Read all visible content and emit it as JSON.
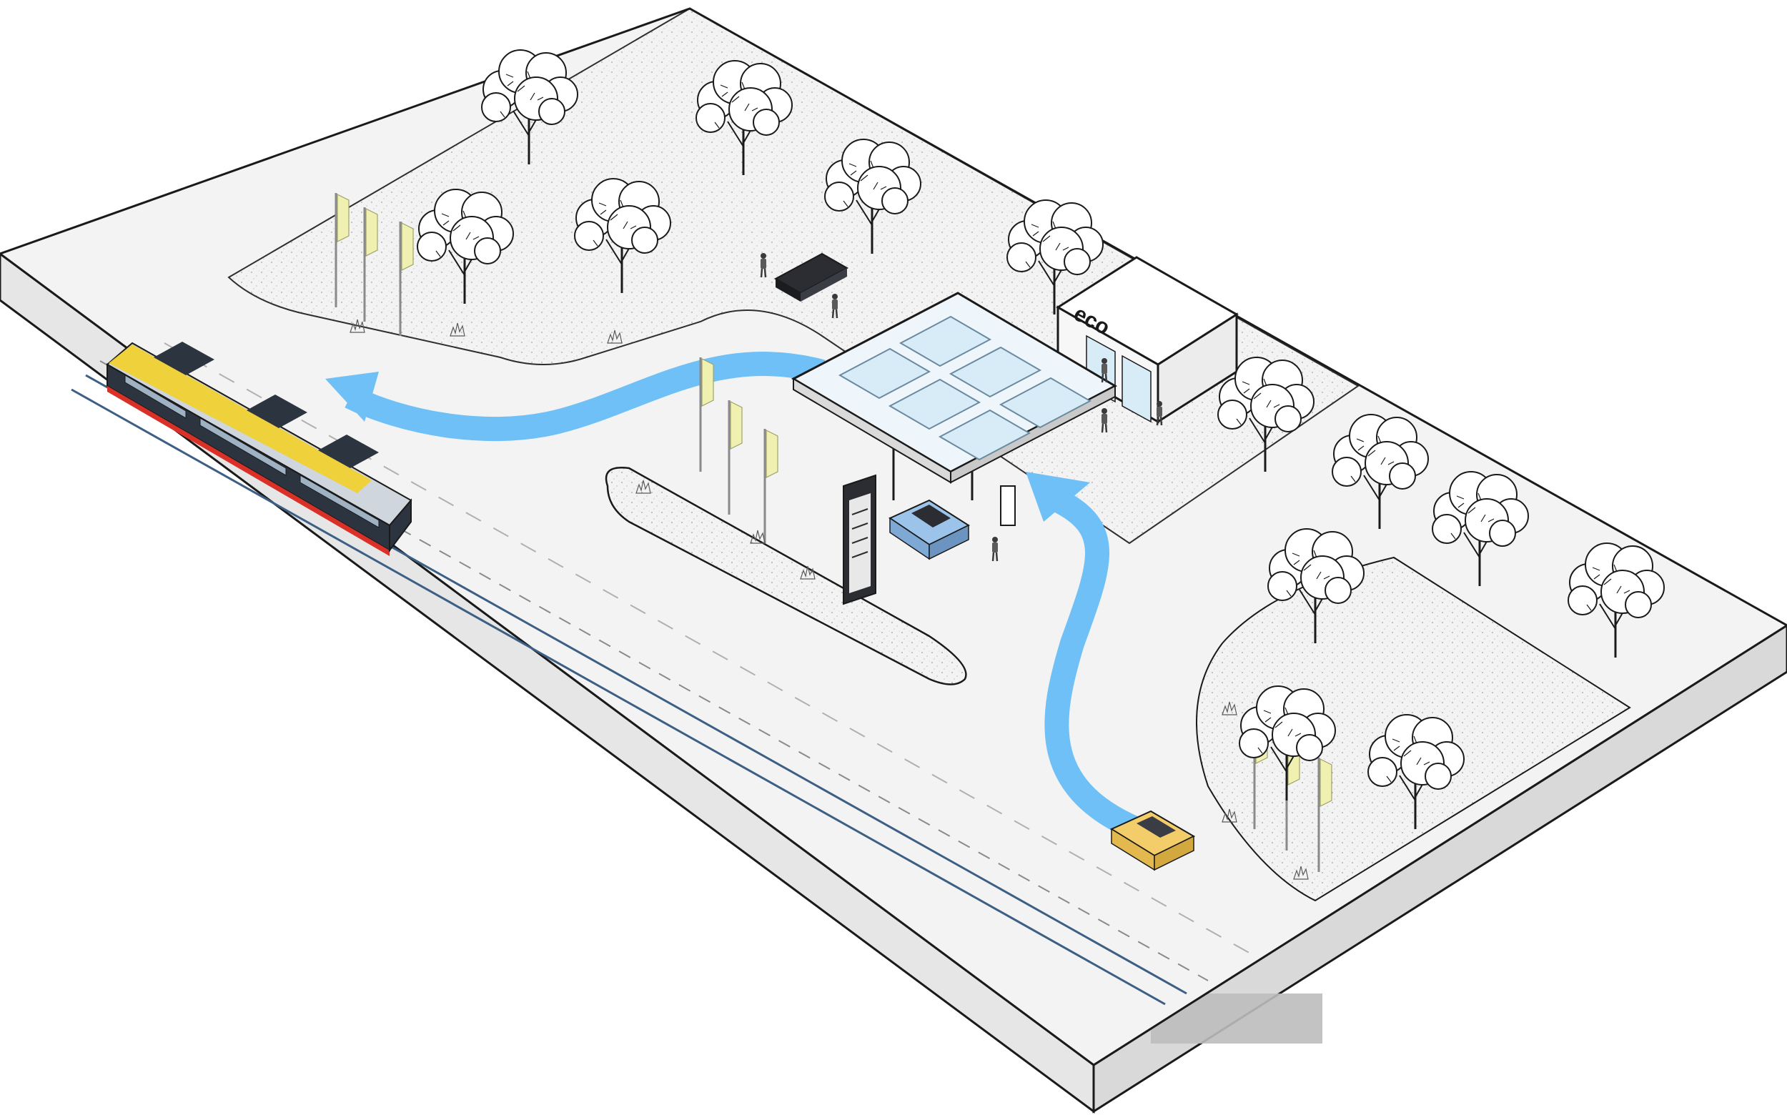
{
  "diagram": {
    "signage": {
      "kiosk_brand": "eco"
    },
    "colors": {
      "background": "#ffffff",
      "ground": "#f3f3f3",
      "slab_side": "#e6e6e6",
      "slab_front": "#d4d4d4",
      "outline": "#1a1a1a",
      "flow_arrow": "#6ec0f7",
      "flag": "#f0f0b0",
      "tram_body": "#2c3440",
      "tram_stripe_red": "#d93028",
      "tram_stripe_yellow": "#f4d020",
      "car_dark": "#2b2d33",
      "car_blue": "#9cc4ea",
      "car_yellow": "#f3cd6a",
      "canopy_glass": "#d8ecf8",
      "track": "#3d5f86"
    },
    "elements": [
      "ground-slab",
      "tram",
      "tram-tracks",
      "flow-arrow-exit",
      "flow-arrow-entry",
      "fuel-canopy",
      "convenience-store",
      "price-pylon",
      "island-planter",
      "flag-poles",
      "trees",
      "cars",
      "pedestrians"
    ]
  }
}
